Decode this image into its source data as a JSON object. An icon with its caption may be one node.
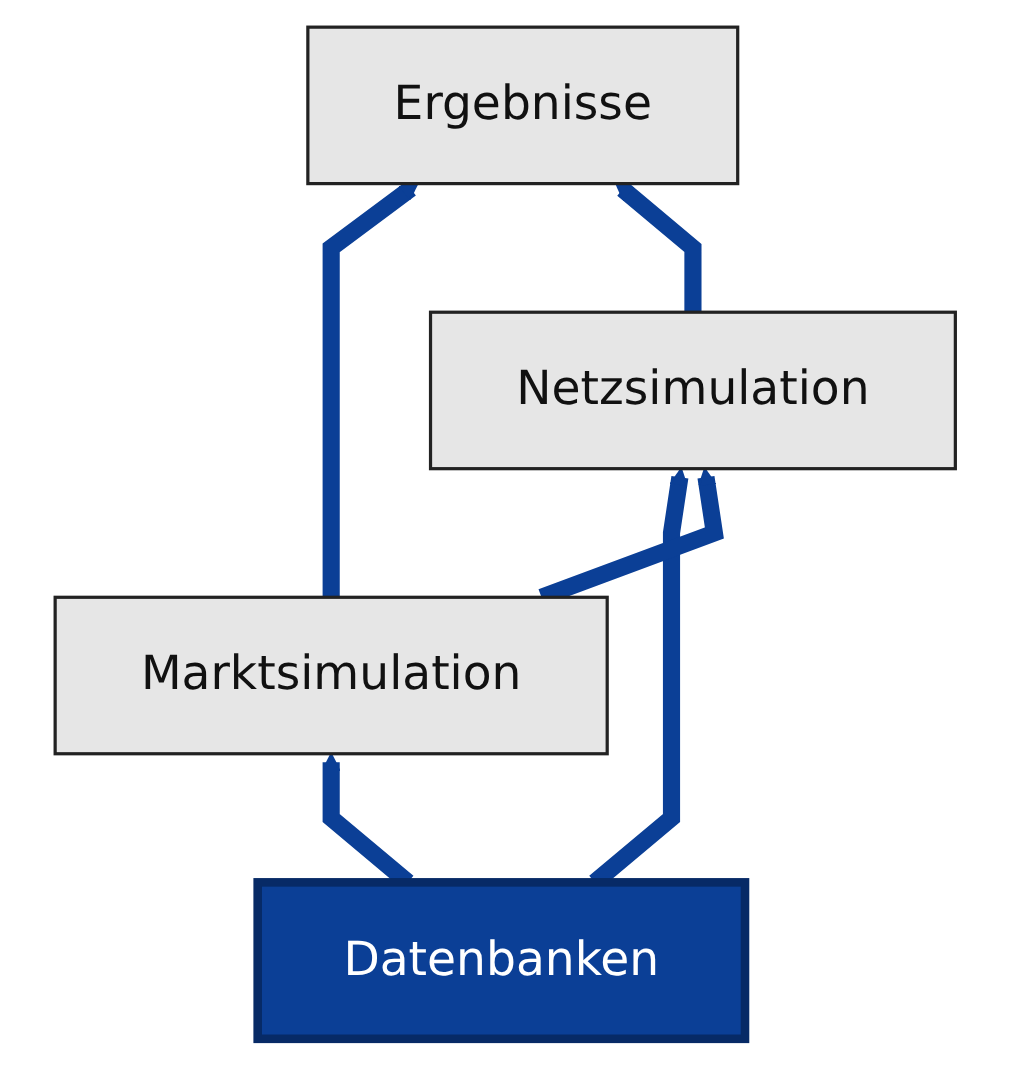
{
  "diagram": {
    "nodes": [
      {
        "text": [
          "Ergebnisse"
        ]
      },
      {
        "text": [
          "Netzsimulation"
        ]
      },
      {
        "text": [
          "Marktsimulation"
        ]
      },
      {
        "text": [
          "Datenbanken"
        ]
      }
    ],
    "edges": [
      {
        "from": 3,
        "to": 2,
        "arrow": "to"
      },
      {
        "from": 3,
        "to": 1,
        "arrow": "to"
      },
      {
        "from": 2,
        "to": 1,
        "arrow": "to"
      },
      {
        "from": 2,
        "to": 0,
        "arrow": "to"
      },
      {
        "from": 1,
        "to": 0,
        "arrow": "to"
      }
    ]
  }
}
